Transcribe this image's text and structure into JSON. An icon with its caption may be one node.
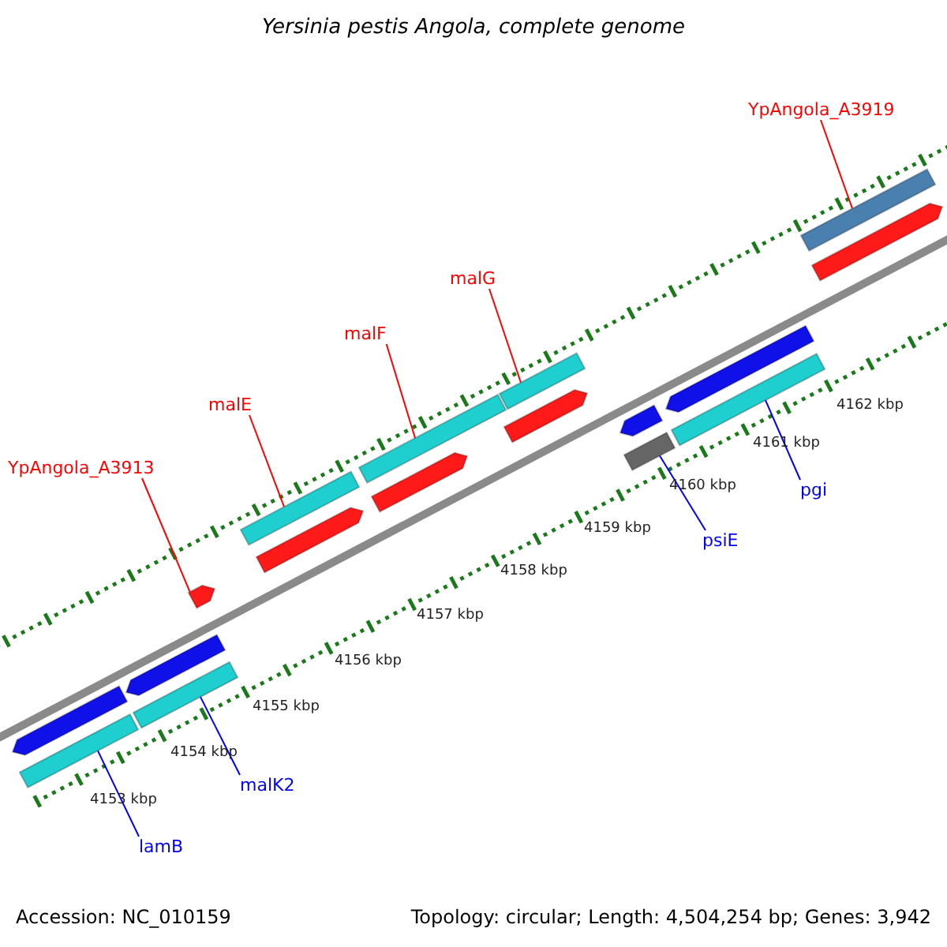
{
  "diagram": {
    "title": "Yersinia pestis Angola, complete genome",
    "nodes": [
      {
        "text": [
          "YpAngola_A3919"
        ]
      },
      {
        "text": [
          "malG"
        ]
      },
      {
        "text": [
          "malF"
        ]
      },
      {
        "text": [
          "malE"
        ]
      },
      {
        "text": [
          "YpAngola_A3913"
        ]
      },
      {
        "text": [
          "pgi"
        ]
      },
      {
        "text": [
          "psiE"
        ]
      },
      {
        "text": [
          "malK2"
        ]
      },
      {
        "text": [
          "lamB"
        ]
      },
      {
        "text": [],
        "shape": "bar"
      },
      {
        "text": [],
        "shape": "arrow"
      },
      {
        "text": [],
        "shape": "bar"
      },
      {
        "text": [],
        "shape": "arrow"
      },
      {
        "text": [],
        "shape": "bar"
      },
      {
        "text": [],
        "shape": "arrow"
      },
      {
        "text": [],
        "shape": "bar"
      },
      {
        "text": [],
        "shape": "arrow"
      },
      {
        "text": [],
        "shape": "arrow"
      },
      {
        "text": [],
        "shape": "arrow"
      },
      {
        "text": [],
        "shape": "bar"
      },
      {
        "text": [],
        "shape": "arrow"
      },
      {
        "text": [],
        "shape": "bar"
      },
      {
        "text": [],
        "shape": "arrow"
      },
      {
        "text": [],
        "shape": "bar"
      },
      {
        "text": [],
        "shape": "arrow"
      },
      {
        "text": [],
        "shape": "bar"
      }
    ],
    "edges": [
      {
        "from": 0,
        "to": 9,
        "arrow": "none"
      },
      {
        "from": 1,
        "to": 11,
        "arrow": "none"
      },
      {
        "from": 2,
        "to": 13,
        "arrow": "none"
      },
      {
        "from": 3,
        "to": 15,
        "arrow": "none"
      },
      {
        "from": 4,
        "to": 17,
        "arrow": "none"
      },
      {
        "from": 5,
        "to": 19,
        "arrow": "none",
        "color": "#0000ff"
      },
      {
        "from": 6,
        "to": 21,
        "arrow": "none",
        "color": "#0000ff"
      },
      {
        "from": 7,
        "to": 23,
        "arrow": "none",
        "color": "#0000ff"
      },
      {
        "from": 8,
        "to": 25,
        "arrow": "none",
        "color": "#0000ff"
      }
    ],
    "labels": [
      "4162 kbp",
      "4161 kbp",
      "4160 kbp",
      "4159 kbp",
      "4158 kbp",
      "4157 kbp",
      "4156 kbp",
      "4155 kbp",
      "4154 kbp",
      "4153 kbp",
      "Accession: NC_010159",
      "Topology: circular; Length: 4,504,254 bp; Genes: 3,942"
    ]
  }
}
